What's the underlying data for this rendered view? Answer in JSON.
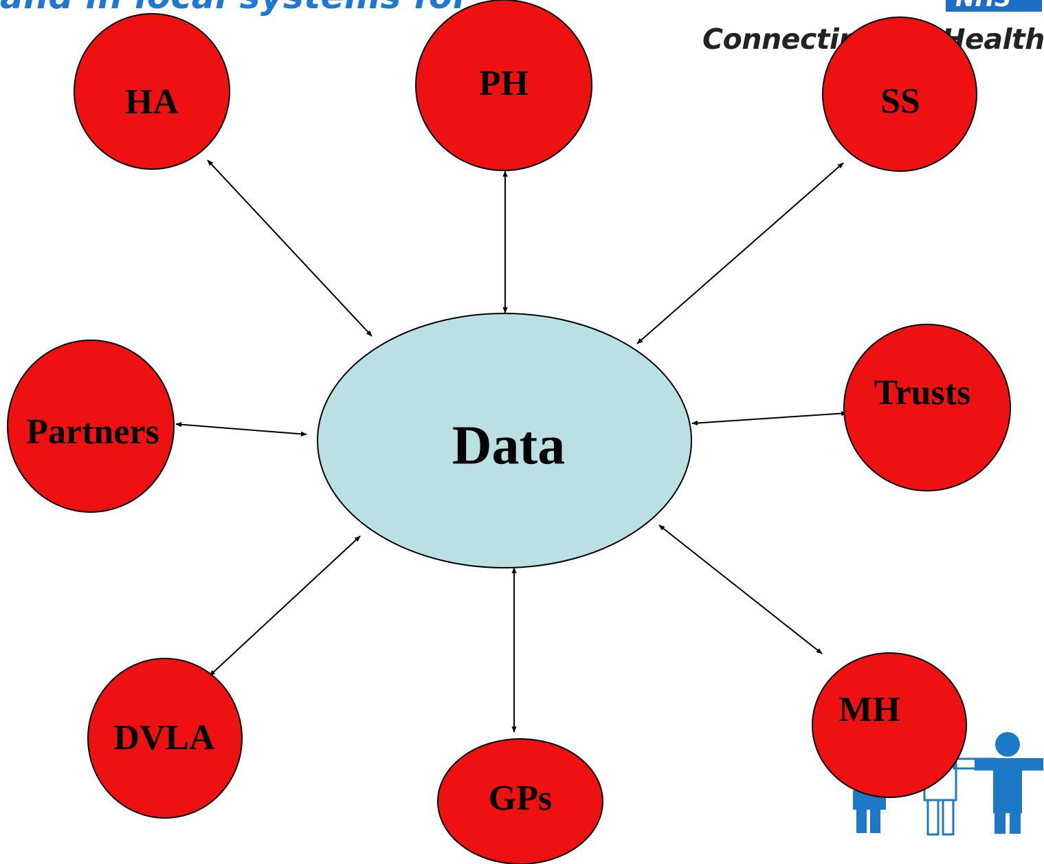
{
  "header": {
    "title": "and in local systems for ?",
    "logo_text": "NHS",
    "logo_tagline": "Connecting for Health"
  },
  "diagram": {
    "center": {
      "label": "Data"
    },
    "nodes": [
      {
        "id": "ha",
        "label": "HA"
      },
      {
        "id": "ph",
        "label": "PH"
      },
      {
        "id": "ss",
        "label": "SS"
      },
      {
        "id": "partners",
        "label": "Partners"
      },
      {
        "id": "trusts",
        "label": "Trusts"
      },
      {
        "id": "dvla",
        "label": "DVLA"
      },
      {
        "id": "gps",
        "label": "GPs"
      },
      {
        "id": "mh",
        "label": "MH"
      }
    ],
    "links": [
      {
        "from": "ha",
        "to": "data",
        "direction": "both"
      },
      {
        "from": "ph",
        "to": "data",
        "direction": "both"
      },
      {
        "from": "ss",
        "to": "data",
        "direction": "both"
      },
      {
        "from": "partners",
        "to": "data",
        "direction": "both"
      },
      {
        "from": "trusts",
        "to": "data",
        "direction": "both"
      },
      {
        "from": "dvla",
        "to": "data",
        "direction": "both"
      },
      {
        "from": "gps",
        "to": "data",
        "direction": "both"
      },
      {
        "from": "mh",
        "to": "data",
        "direction": "both"
      }
    ]
  },
  "colors": {
    "node_fill": "#ee1111",
    "center_fill": "#bbe0e3",
    "stroke": "#000000",
    "accent_blue": "#1e78d2"
  }
}
